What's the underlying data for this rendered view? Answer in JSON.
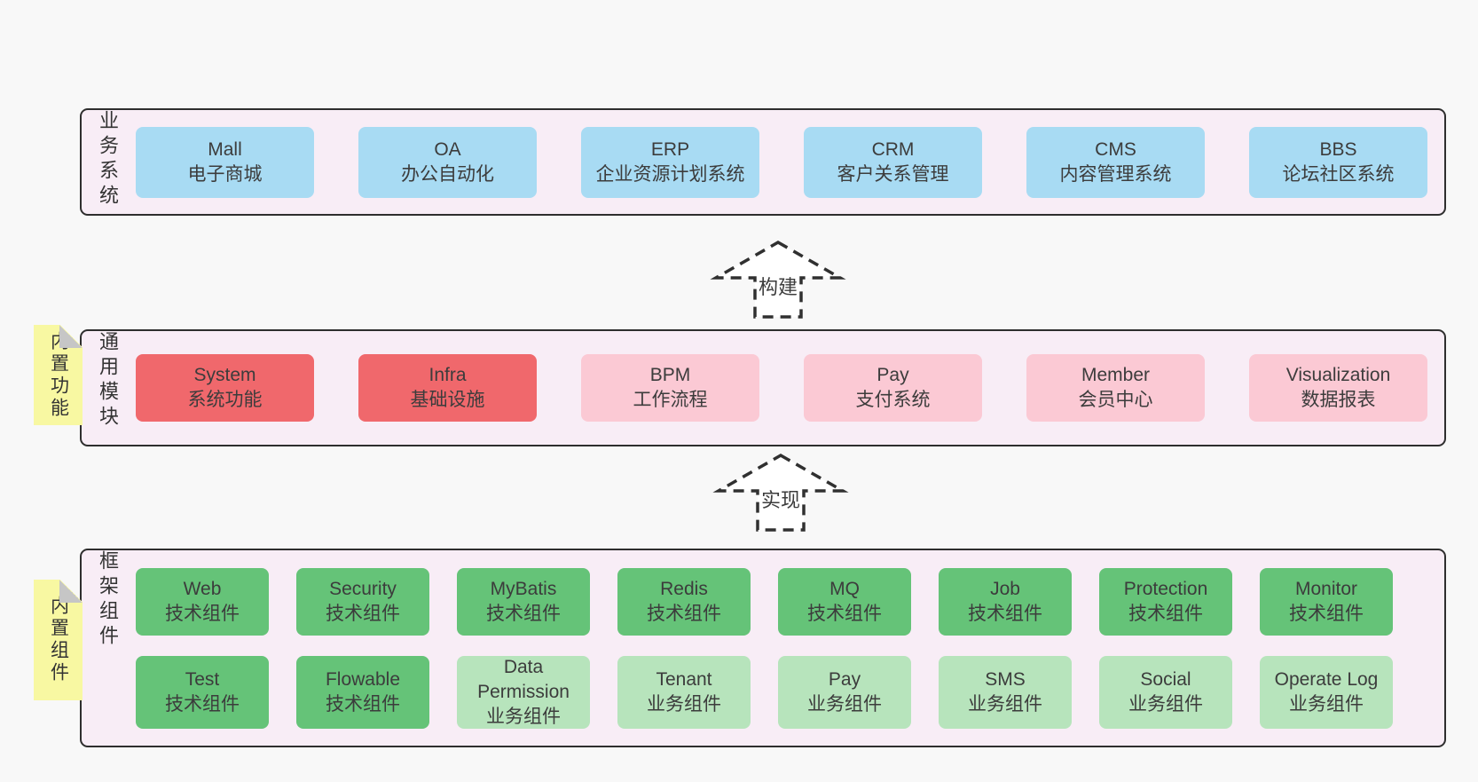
{
  "diagram": {
    "colors": {
      "section_bg": "#f8edf6",
      "blue": "#a8dbf3",
      "red": "#f0686c",
      "pink": "#fbc9d4",
      "green": "#65c378",
      "lightgreen": "#b7e4bc",
      "sticky": "#f8f8a2"
    },
    "arrows": [
      {
        "label": "构建"
      },
      {
        "label": "实现"
      }
    ],
    "sections": [
      {
        "label": "业务系统",
        "boxes": [
          {
            "name": "Mall",
            "desc": "电子商城",
            "type": "blue"
          },
          {
            "name": "OA",
            "desc": "办公自动化",
            "type": "blue"
          },
          {
            "name": "ERP",
            "desc": "企业资源计划系统",
            "type": "blue"
          },
          {
            "name": "CRM",
            "desc": "客户关系管理",
            "type": "blue"
          },
          {
            "name": "CMS",
            "desc": "内容管理系统",
            "type": "blue"
          },
          {
            "name": "BBS",
            "desc": "论坛社区系统",
            "type": "blue"
          }
        ]
      },
      {
        "label": "通用模块",
        "sticky": "内置功能",
        "boxes": [
          {
            "name": "System",
            "desc": "系统功能",
            "type": "red"
          },
          {
            "name": "Infra",
            "desc": "基础设施",
            "type": "red"
          },
          {
            "name": "BPM",
            "desc": "工作流程",
            "type": "pink"
          },
          {
            "name": "Pay",
            "desc": "支付系统",
            "type": "pink"
          },
          {
            "name": "Member",
            "desc": "会员中心",
            "type": "pink"
          },
          {
            "name": "Visualization",
            "desc": "数据报表",
            "type": "pink"
          }
        ]
      },
      {
        "label": "框架组件",
        "sticky": "内置组件",
        "rows": [
          [
            {
              "name": "Web",
              "desc": "技术组件",
              "type": "green"
            },
            {
              "name": "Security",
              "desc": "技术组件",
              "type": "green"
            },
            {
              "name": "MyBatis",
              "desc": "技术组件",
              "type": "green"
            },
            {
              "name": "Redis",
              "desc": "技术组件",
              "type": "green"
            },
            {
              "name": "MQ",
              "desc": "技术组件",
              "type": "green"
            },
            {
              "name": "Job",
              "desc": "技术组件",
              "type": "green"
            },
            {
              "name": "Protection",
              "desc": "技术组件",
              "type": "green"
            },
            {
              "name": "Monitor",
              "desc": "技术组件",
              "type": "green"
            }
          ],
          [
            {
              "name": "Test",
              "desc": "技术组件",
              "type": "green"
            },
            {
              "name": "Flowable",
              "desc": "技术组件",
              "type": "green"
            },
            {
              "name": "Data Permission",
              "desc": "业务组件",
              "type": "lightgreen"
            },
            {
              "name": "Tenant",
              "desc": "业务组件",
              "type": "lightgreen"
            },
            {
              "name": "Pay",
              "desc": "业务组件",
              "type": "lightgreen"
            },
            {
              "name": "SMS",
              "desc": "业务组件",
              "type": "lightgreen"
            },
            {
              "name": "Social",
              "desc": "业务组件",
              "type": "lightgreen"
            },
            {
              "name": "Operate Log",
              "desc": "业务组件",
              "type": "lightgreen"
            }
          ]
        ]
      }
    ]
  }
}
